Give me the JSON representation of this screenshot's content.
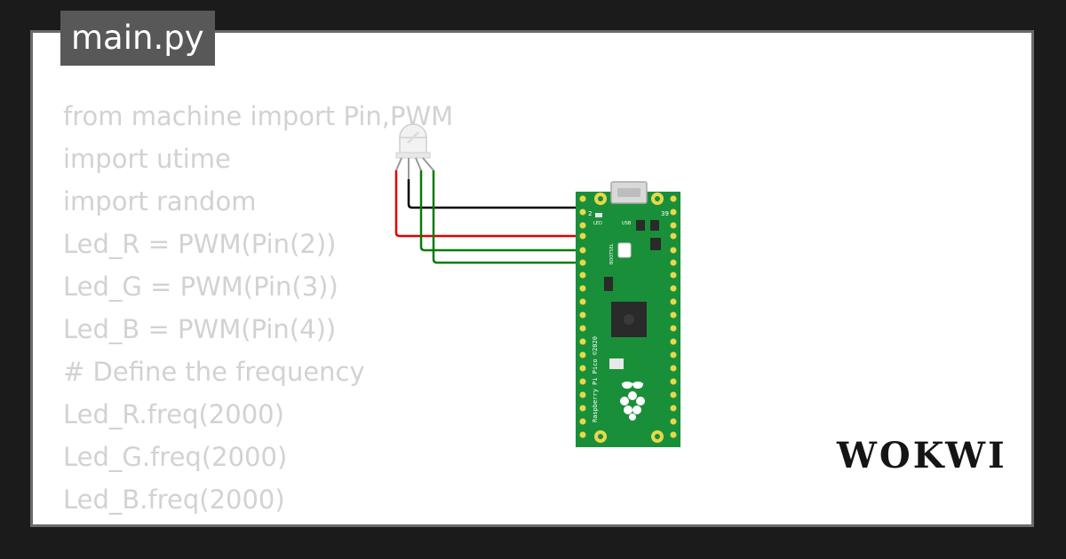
{
  "editor": {
    "filename": "main.py",
    "code_lines": [
      "from machine import Pin,PWM",
      "import utime",
      "import random",
      "Led_R = PWM(Pin(2))",
      "Led_G = PWM(Pin(3))",
      "Led_B = PWM(Pin(4))",
      "# Define the frequency",
      "Led_R.freq(2000)",
      "Led_G.freq(2000)",
      "Led_B.freq(2000)"
    ]
  },
  "board": {
    "silkscreen": {
      "led": "LED",
      "usb": "USB",
      "pin_first": "2",
      "pin_last": "39",
      "bootsel": "BOOTSEL",
      "name": "Raspberry Pi Pico ©2020"
    },
    "colors": {
      "pcb": "#1a8f3a",
      "pad": "#e8d84a",
      "chip": "#2a2a2a"
    }
  },
  "wires": {
    "red": "#e00000",
    "green": "#0a7a0a",
    "black": "#000000"
  },
  "brand": {
    "logo": "WOKWI"
  }
}
